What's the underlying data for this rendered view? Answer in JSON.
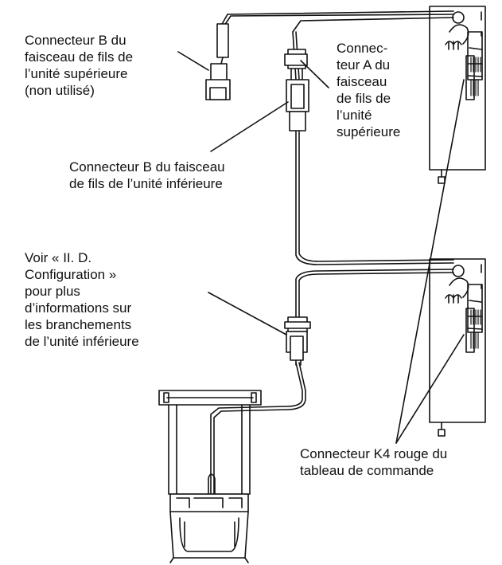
{
  "labels": {
    "connector_b_upper": [
      "Connecteur B du",
      "faisceau de fils de",
      "l’unité supérieure",
      "(non utilisé)"
    ],
    "connector_a_upper": [
      "Connec-",
      "teur A du",
      "faisceau",
      "de fils de",
      "l’unité",
      "supérieure"
    ],
    "connector_b_lower": [
      "Connecteur B du faisceau",
      "de fils de l’unité inférieure"
    ],
    "see_configuration": [
      "Voir « II. D.",
      "Configuration »",
      "pour plus",
      "d’informations sur",
      "les branchements",
      "de l’unité inférieure"
    ],
    "k4_connector": [
      "Connecteur K4 rouge du",
      "tableau de commande"
    ]
  },
  "colors": {
    "ink": "#111111",
    "background": "#ffffff"
  }
}
